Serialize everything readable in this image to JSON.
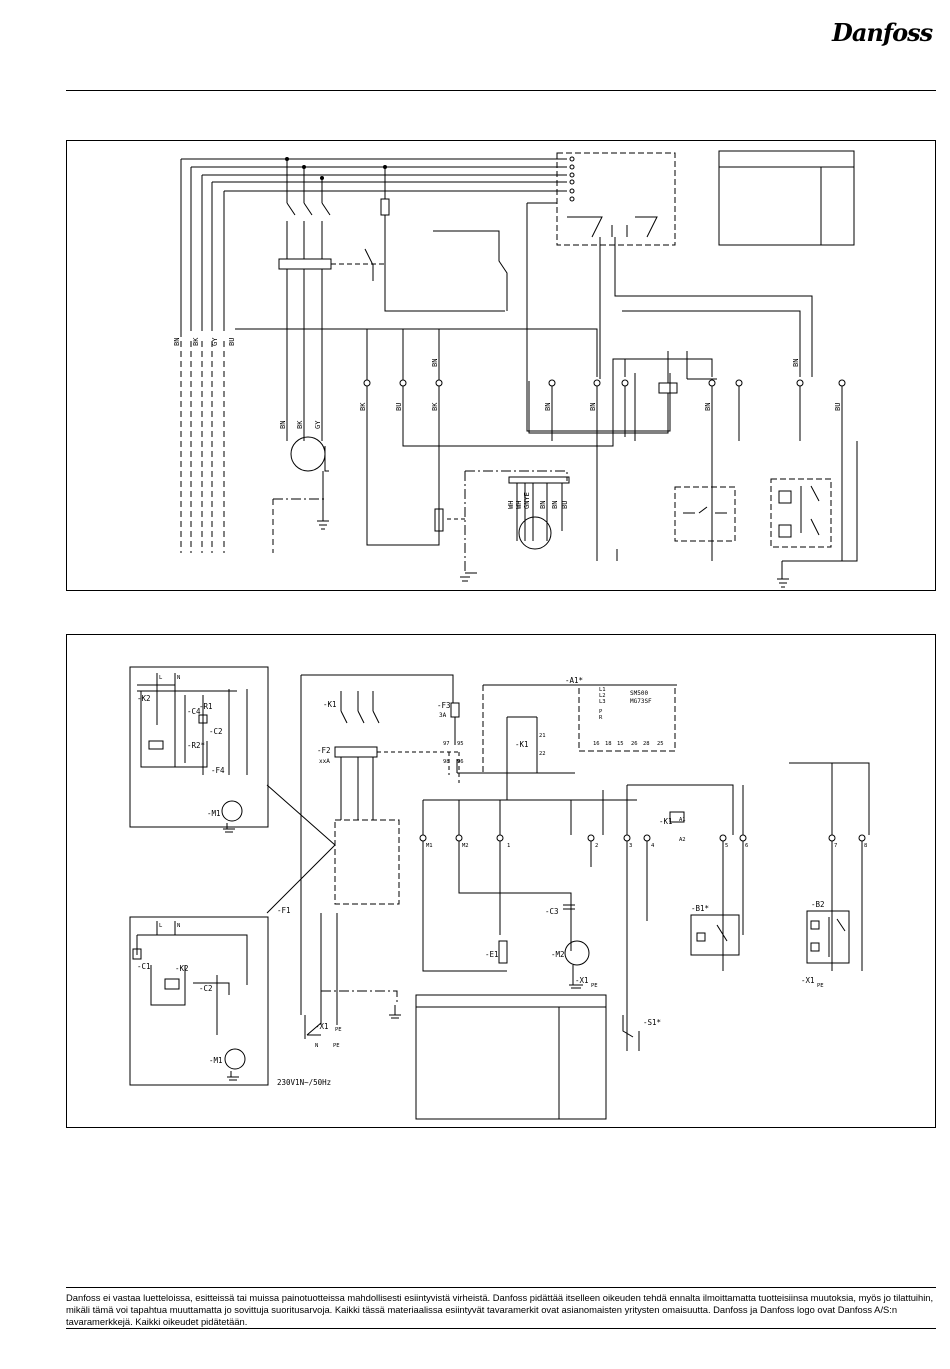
{
  "brand": {
    "logo_text": "Danfoss"
  },
  "diagram1": {
    "wire_labels": [
      "BN",
      "BK",
      "GY",
      "BU",
      "BK",
      "BU",
      "BK",
      "BN",
      "BK",
      "GY",
      "BN",
      "BN",
      "BN",
      "BN",
      "BN",
      "BU",
      "WH",
      "WH",
      "GNYE",
      "BN",
      "BN",
      "BU"
    ]
  },
  "diagram2": {
    "labels": {
      "K2_top": "-K2",
      "R1": "-R1",
      "C4": "-C4",
      "C2_top": "-C2",
      "R2": "-R2*",
      "F4": "-F4",
      "M1_top": "-M1",
      "K1_contactor": "-K1",
      "F2": "-F2",
      "F2_sub": "xxA",
      "F3": "-F3",
      "F3_sub": "3A",
      "K1_aux": "-K1",
      "K1_coil": "-K1",
      "A1": "-A1*",
      "A1_model1": "SM500",
      "A1_model2": "MG73SF",
      "F1": "-F1",
      "C1": "-C1",
      "K2_bot": "-K2",
      "C2_bot": "-C2",
      "M1_bot": "-M1",
      "X1_main": "-X1",
      "supply": "230V1N~/50Hz",
      "C3": "-C3",
      "E1": "-E1",
      "M2": "-M2",
      "X1_motor": "-X1",
      "B1": "-B1*",
      "B2": "-B2",
      "X1_right": "-X1",
      "S1": "-S1*"
    },
    "terminals": [
      "L",
      "N",
      "L",
      "N",
      "L1",
      "L2",
      "L3",
      "P",
      "R",
      "16",
      "18",
      "15",
      "26",
      "28",
      "25",
      "97",
      "95",
      "98",
      "96",
      "21",
      "22",
      "A1",
      "A2",
      "1",
      "2",
      "3",
      "4",
      "5",
      "6",
      "7",
      "8",
      "M1",
      "M2",
      "PE",
      "N",
      "PE",
      "PE",
      "PE"
    ]
  },
  "footer": {
    "disclaimer": "Danfoss ei vastaa luetteloissa, esitteissä tai muissa painotuotteissa mahdollisesti esiintyvistä virheistä. Danfoss pidättää itselleen oikeuden tehdä ennalta ilmoittamatta tuotteisiinsa muutoksia, myös jo tilattuihin, mikäli tämä voi tapahtua muuttamatta jo sovittuja suoritusarvoja. Kaikki tässä materiaalissa esiintyvät tavaramerkit ovat asianomaisten yritysten omaisuutta. Danfoss ja Danfoss logo ovat Danfoss A/S:n tavaramerkkejä. Kaikki oikeudet pidätetään."
  }
}
